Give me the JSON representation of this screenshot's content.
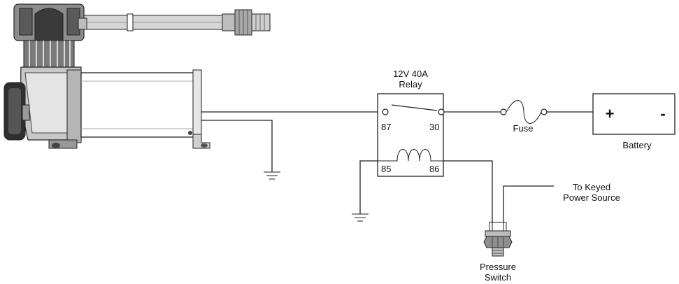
{
  "relay": {
    "rating": "12V  40A",
    "name": "Relay",
    "terminal_87": "87",
    "terminal_30": "30",
    "terminal_85": "85",
    "terminal_86": "86"
  },
  "fuse": {
    "label": "Fuse"
  },
  "battery": {
    "label": "Battery",
    "positive": "+",
    "negative": "-"
  },
  "pressure_switch": {
    "line1": "Pressure",
    "line2": "Switch"
  },
  "power_source": {
    "line1": "To Keyed",
    "line2": "Power Source"
  },
  "colors": {
    "ink": "#222222",
    "compressor_dark": "#3a3a3a",
    "compressor_mid": "#8c8c8c",
    "compressor_light": "#d9d9d9"
  }
}
